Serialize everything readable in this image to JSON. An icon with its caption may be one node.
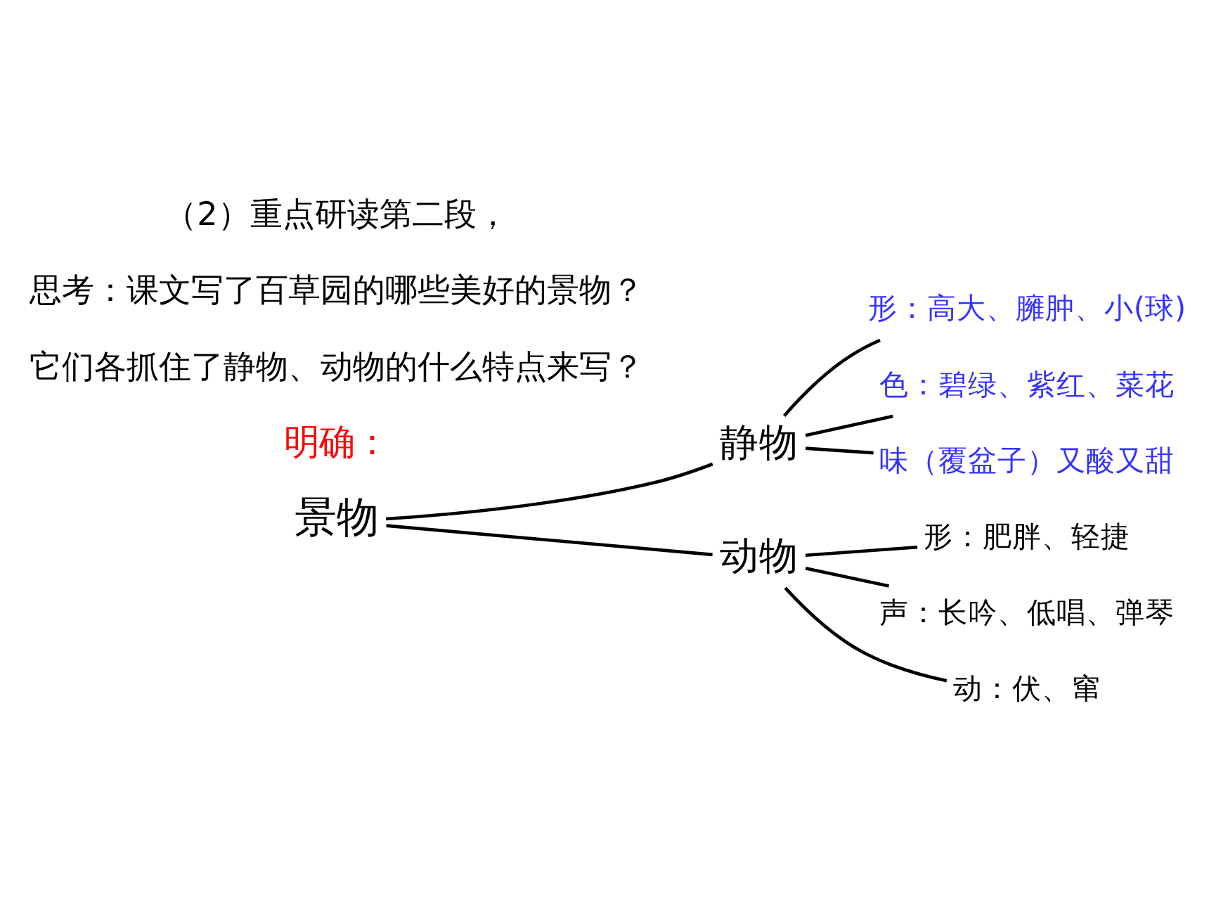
{
  "diagram": {
    "nodes": [
      {
        "text": [
          "景物"
        ]
      },
      {
        "text": [
          "静物"
        ]
      },
      {
        "text": [
          "动物"
        ]
      },
      {
        "text": [
          "形：高大、臃肿、小(球)"
        ]
      },
      {
        "text": [
          "色：碧绿、紫红、菜花"
        ]
      },
      {
        "text": [
          "味（覆盆子）又酸又甜"
        ]
      },
      {
        "text": [
          "形：肥胖、轻捷"
        ]
      },
      {
        "text": [
          "声：长吟、低唱、弹琴"
        ]
      },
      {
        "text": [
          "动：伏、窜"
        ]
      }
    ],
    "edges": [
      {
        "from": 0,
        "to": 1,
        "arrow": "none"
      },
      {
        "from": 0,
        "to": 2,
        "arrow": "none"
      },
      {
        "from": 1,
        "to": 3,
        "arrow": "none"
      },
      {
        "from": 1,
        "to": 4,
        "arrow": "none"
      },
      {
        "from": 1,
        "to": 5,
        "arrow": "none"
      },
      {
        "from": 2,
        "to": 6,
        "arrow": "none"
      },
      {
        "from": 2,
        "to": 7,
        "arrow": "none"
      },
      {
        "from": 2,
        "to": 8,
        "arrow": "none"
      }
    ],
    "labels": [
      "（2）重点研读第二段，",
      "思考：课文写了百草园的哪些美好的景物？",
      "它们各抓住了静物、动物的什么特点来写？",
      "明确："
    ]
  }
}
